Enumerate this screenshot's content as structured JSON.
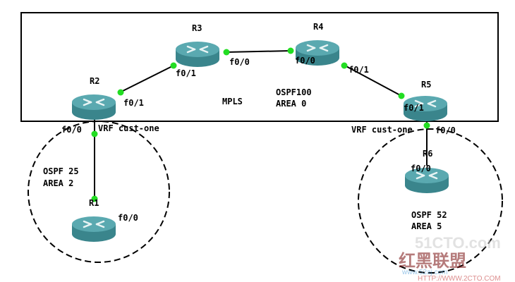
{
  "colors": {
    "router_body": "#3f8f96",
    "router_top": "#5fb0b6",
    "port_dot": "#22dd22",
    "link": "#000000"
  },
  "routers": [
    {
      "id": "R1",
      "label": "R1"
    },
    {
      "id": "R2",
      "label": "R2"
    },
    {
      "id": "R3",
      "label": "R3"
    },
    {
      "id": "R4",
      "label": "R4"
    },
    {
      "id": "R5",
      "label": "R5"
    },
    {
      "id": "R6",
      "label": "R6"
    }
  ],
  "ports": {
    "r2_f01": "f0/1",
    "r3_f01": "f0/1",
    "r3_f00": "f0/0",
    "r4_f00": "f0/0",
    "r4_f01": "f0/1",
    "r5_f01": "f0/1",
    "r2_f00": "f0/0",
    "r5_f00": "f0/0",
    "r6_f00": "f0/0",
    "r1_f00": "f0/0"
  },
  "areas": {
    "mpls": "MPLS",
    "core_ospf": "OSPF100",
    "core_area": "AREA 0",
    "vrf_left": "VRF cust-one",
    "vrf_right": "VRF cust-one",
    "left_ospf": "OSPF 25",
    "left_area": "AREA 2",
    "right_ospf": "OSPF 52",
    "right_area": "AREA 5"
  },
  "watermark": {
    "site1": "51CTO.com",
    "brand": "红黑联盟",
    "site2": "www.52aj.com",
    "url": "HTTP://WWW.2CTO.COM"
  }
}
